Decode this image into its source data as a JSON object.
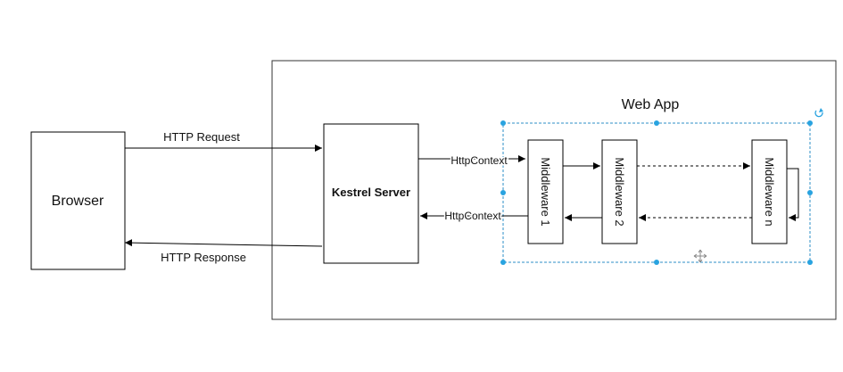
{
  "diagram": {
    "browser": {
      "label": "Browser"
    },
    "server": {
      "label": "Kestrel Server"
    },
    "web_app": {
      "title": "Web App"
    },
    "middlewares": [
      {
        "label": "Middleware 1"
      },
      {
        "label": "Middleware 2"
      },
      {
        "label": "Middleware n"
      }
    ],
    "edges": {
      "request": "HTTP Request",
      "response": "HTTP Response",
      "context_in": "HttpContext",
      "context_out": "HttpContext"
    },
    "colors": {
      "stroke": "#000000",
      "selection": "#29a3e0",
      "selection_dash": "#2e8fc7"
    }
  }
}
